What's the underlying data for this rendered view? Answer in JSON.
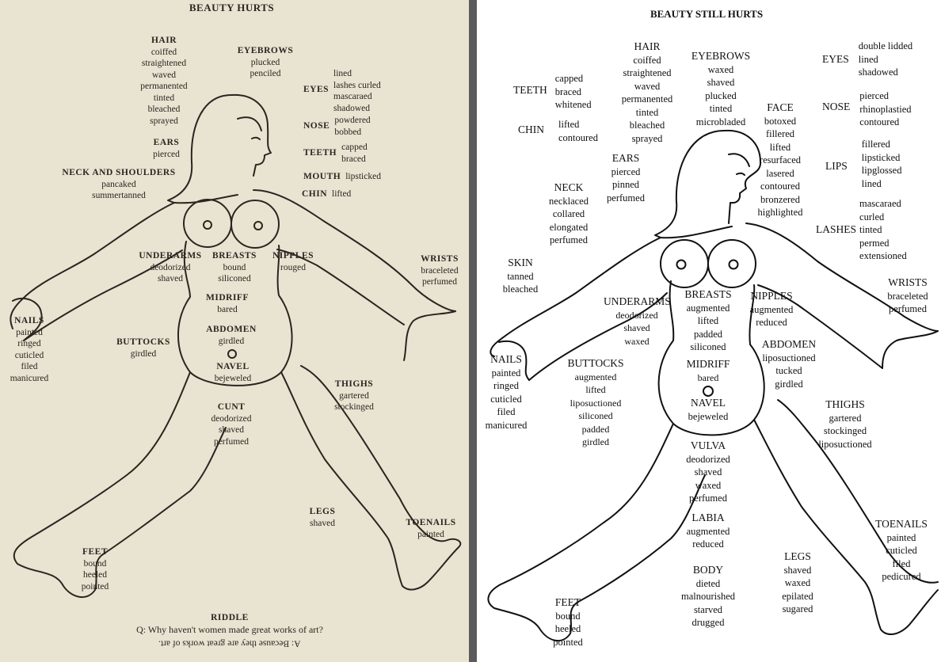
{
  "left": {
    "title": "BEAUTY HURTS",
    "labels": {
      "hair": {
        "head": "HAIR",
        "items": [
          "coiffed",
          "straightened",
          "waved",
          "permanented",
          "tinted",
          "bleached",
          "sprayed"
        ]
      },
      "eyebrows": {
        "head": "EYEBROWS",
        "items": [
          "plucked",
          "penciled"
        ]
      },
      "eyes": {
        "head": "EYES",
        "items": [
          "lined",
          "lashes curled",
          "mascaraed",
          "shadowed"
        ]
      },
      "nose": {
        "head": "NOSE",
        "items": [
          "powdered",
          "bobbed"
        ]
      },
      "teeth": {
        "head": "TEETH",
        "items": [
          "capped",
          "braced"
        ]
      },
      "mouth": {
        "head": "MOUTH",
        "items": [
          "lipsticked"
        ]
      },
      "chin": {
        "head": "CHIN",
        "items": [
          "lifted"
        ]
      },
      "ears": {
        "head": "EARS",
        "items": [
          "pierced"
        ]
      },
      "neck": {
        "head": "NECK AND SHOULDERS",
        "items": [
          "pancaked",
          "summertanned"
        ]
      },
      "underarms": {
        "head": "UNDERARMS",
        "items": [
          "deodorized",
          "shaved"
        ]
      },
      "breasts": {
        "head": "BREASTS",
        "items": [
          "bound",
          "siliconed"
        ]
      },
      "nipples": {
        "head": "NIPPLES",
        "items": [
          "rouged"
        ]
      },
      "wrists": {
        "head": "WRISTS",
        "items": [
          "braceleted",
          "perfumed"
        ]
      },
      "midriff": {
        "head": "MIDRIFF",
        "items": [
          "bared"
        ]
      },
      "abdomen": {
        "head": "ABDOMEN",
        "items": [
          "girdled"
        ]
      },
      "navel": {
        "head": "NAVEL",
        "items": [
          "bejeweled"
        ]
      },
      "nails": {
        "head": "NAILS",
        "items": [
          "painted",
          "ringed",
          "cuticled",
          "filed",
          "manicured"
        ]
      },
      "buttocks": {
        "head": "BUTTOCKS",
        "items": [
          "girdled"
        ]
      },
      "thighs": {
        "head": "THIGHS",
        "items": [
          "gartered",
          "stockinged"
        ]
      },
      "cunt": {
        "head": "CUNT",
        "items": [
          "deodorized",
          "shaved",
          "perfumed"
        ]
      },
      "legs": {
        "head": "LEGS",
        "items": [
          "shaved"
        ]
      },
      "toenails": {
        "head": "TOENAILS",
        "items": [
          "painted"
        ]
      },
      "feet": {
        "head": "FEET",
        "items": [
          "bound",
          "heeled",
          "pointed"
        ]
      }
    },
    "riddle": {
      "head": "RIDDLE",
      "question": "Q: Why haven't women made great works of art?",
      "answer": "A: Because they are great works of art."
    }
  },
  "right": {
    "title": "BEAUTY STILL HURTS",
    "labels": {
      "hair": {
        "head": "HAIR",
        "items": [
          "coiffed",
          "straightened",
          "waved",
          "permanented",
          "tinted",
          "bleached",
          "sprayed"
        ]
      },
      "eyebrows": {
        "head": "EYEBROWS",
        "items": [
          "waxed",
          "shaved",
          "plucked",
          "tinted",
          "microbladed"
        ]
      },
      "face": {
        "head": "FACE",
        "items": [
          "botoxed",
          "fillered",
          "lifted",
          "resurfaced",
          "lasered",
          "contoured",
          "bronzered",
          "highlighted"
        ]
      },
      "eyes": {
        "head": "EYES",
        "items": [
          "double lidded",
          "lined",
          "shadowed"
        ]
      },
      "nose": {
        "head": "NOSE",
        "items": [
          "pierced",
          "rhinoplastied",
          "contoured"
        ]
      },
      "lips": {
        "head": "LIPS",
        "items": [
          "fillered",
          "lipsticked",
          "lipglossed",
          "lined"
        ]
      },
      "lashes": {
        "head": "LASHES",
        "items": [
          "mascaraed",
          "curled",
          "tinted",
          "permed",
          "extensioned"
        ]
      },
      "teeth": {
        "head": "TEETH",
        "items": [
          "capped",
          "braced",
          "whitened"
        ]
      },
      "chin": {
        "head": "CHIN",
        "items": [
          "lifted",
          "contoured"
        ]
      },
      "ears": {
        "head": "EARS",
        "items": [
          "pierced",
          "pinned",
          "perfumed"
        ]
      },
      "neck": {
        "head": "NECK",
        "items": [
          "necklaced",
          "collared",
          "elongated",
          "perfumed"
        ]
      },
      "skin": {
        "head": "SKIN",
        "items": [
          "tanned",
          "bleached"
        ]
      },
      "wrists": {
        "head": "WRISTS",
        "items": [
          "braceleted",
          "perfumed"
        ]
      },
      "breasts": {
        "head": "BREASTS",
        "items": [
          "augmented",
          "lifted",
          "padded",
          "siliconed"
        ]
      },
      "nipples": {
        "head": "NIPPLES",
        "items": [
          "augmented",
          "reduced"
        ]
      },
      "underarms": {
        "head": "UNDERARMS",
        "items": [
          "deodorized",
          "shaved",
          "waxed"
        ]
      },
      "abdomen": {
        "head": "ABDOMEN",
        "items": [
          "liposuctioned",
          "tucked",
          "girdled"
        ]
      },
      "nails": {
        "head": "NAILS",
        "items": [
          "painted",
          "ringed",
          "cuticled",
          "filed",
          "manicured"
        ]
      },
      "buttocks": {
        "head": "BUTTOCKS",
        "items": [
          "augmented",
          "lifted",
          "liposuctioned",
          "siliconed",
          "padded",
          "girdled"
        ]
      },
      "midriff": {
        "head": "MIDRIFF",
        "items": [
          "bared"
        ]
      },
      "navel": {
        "head": "NAVEL",
        "items": [
          "bejeweled"
        ]
      },
      "thighs": {
        "head": "THIGHS",
        "items": [
          "gartered",
          "stockinged",
          "liposuctioned"
        ]
      },
      "vulva": {
        "head": "VULVA",
        "items": [
          "deodorized",
          "shaved",
          "waxed",
          "perfumed"
        ]
      },
      "labia": {
        "head": "LABIA",
        "items": [
          "augmented",
          "reduced"
        ]
      },
      "toenails": {
        "head": "TOENAILS",
        "items": [
          "painted",
          "cuticled",
          "filed",
          "pedicured"
        ]
      },
      "body": {
        "head": "BODY",
        "items": [
          "dieted",
          "malnourished",
          "starved",
          "drugged"
        ]
      },
      "legs": {
        "head": "LEGS",
        "items": [
          "shaved",
          "waxed",
          "epilated",
          "sugared"
        ]
      },
      "feet": {
        "head": "FEET",
        "items": [
          "bound",
          "heeled",
          "pointed"
        ]
      }
    }
  },
  "colors": {
    "left_bg": "#e9e3d2",
    "left_ink": "#2b2520",
    "divider": "#5b5b5b",
    "right_ink": "#111111"
  }
}
